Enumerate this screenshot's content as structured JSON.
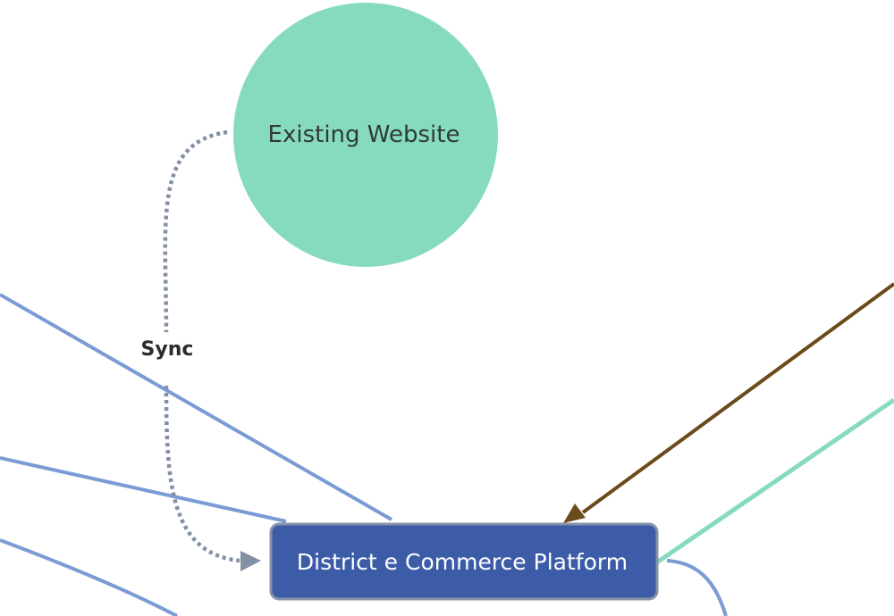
{
  "nodes": {
    "existing_website": {
      "label": "Existing Website",
      "fill": "#86dbbf",
      "text_color": "#2f3a3a"
    },
    "platform": {
      "label": "District e Commerce Platform",
      "fill": "#3d5ca8",
      "stroke": "#8792a8",
      "text_color": "#ffffff"
    }
  },
  "edges": {
    "sync": {
      "label": "Sync",
      "style": "dotted",
      "color": "#8190a4"
    },
    "blue_color": "#7b9bd4",
    "brown_color": "#6b4b1c",
    "green_color": "#86dbbf"
  }
}
